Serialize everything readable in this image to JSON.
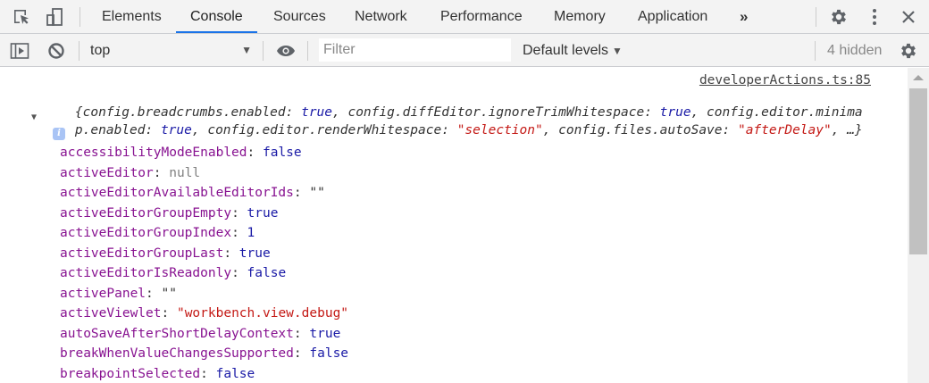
{
  "tabbar": {
    "tabs": [
      {
        "label": "Elements",
        "active": false
      },
      {
        "label": "Console",
        "active": true
      },
      {
        "label": "Sources",
        "active": false
      },
      {
        "label": "Network",
        "active": false
      },
      {
        "label": "Performance",
        "active": false
      },
      {
        "label": "Memory",
        "active": false
      },
      {
        "label": "Application",
        "active": false
      }
    ],
    "more_tabs_glyph": "»",
    "icons": [
      "inspect-element-icon",
      "device-toolbar-icon",
      "settings-icon",
      "more-options-icon",
      "close-icon"
    ]
  },
  "toolbar": {
    "context": "top",
    "filter_placeholder": "Filter",
    "filter_value": "",
    "levels_label": "Default levels",
    "hidden_count": "4 hidden"
  },
  "console": {
    "source_link": "developerActions.ts:85",
    "summary": {
      "line1": [
        {
          "t": "{config.breadcrumbs.enabled: ",
          "c": "plain"
        },
        {
          "t": "true",
          "c": "kw"
        },
        {
          "t": ", config.diffEditor.ignoreTrimWhitespace: ",
          "c": "plain"
        },
        {
          "t": "true",
          "c": "kw"
        },
        {
          "t": ", config.editor.minima",
          "c": "plain"
        }
      ],
      "line2": [
        {
          "t": "p.enabled: ",
          "c": "plain"
        },
        {
          "t": "true",
          "c": "kw"
        },
        {
          "t": ", config.editor.renderWhitespace: ",
          "c": "plain"
        },
        {
          "t": "\"selection\"",
          "c": "str"
        },
        {
          "t": ", config.files.autoSave: ",
          "c": "plain"
        },
        {
          "t": "\"afterDelay\"",
          "c": "str"
        },
        {
          "t": ", …}",
          "c": "plain"
        }
      ]
    },
    "info_badge": "i",
    "properties": [
      {
        "key": "accessibilityModeEnabled",
        "value": "false",
        "type": "bool"
      },
      {
        "key": "activeEditor",
        "value": "null",
        "type": "null"
      },
      {
        "key": "activeEditorAvailableEditorIds",
        "value": "\"\"",
        "type": "empty"
      },
      {
        "key": "activeEditorGroupEmpty",
        "value": "true",
        "type": "bool"
      },
      {
        "key": "activeEditorGroupIndex",
        "value": "1",
        "type": "num"
      },
      {
        "key": "activeEditorGroupLast",
        "value": "true",
        "type": "bool"
      },
      {
        "key": "activeEditorIsReadonly",
        "value": "false",
        "type": "bool"
      },
      {
        "key": "activePanel",
        "value": "\"\"",
        "type": "empty"
      },
      {
        "key": "activeViewlet",
        "value": "\"workbench.view.debug\"",
        "type": "str"
      },
      {
        "key": "autoSaveAfterShortDelayContext",
        "value": "true",
        "type": "bool"
      },
      {
        "key": "breakWhenValueChangesSupported",
        "value": "false",
        "type": "bool"
      },
      {
        "key": "breakpointSelected",
        "value": "false",
        "type": "bool"
      }
    ]
  },
  "colors": {
    "active_tab_underline": "#1a73e8",
    "property_key": "#881391",
    "keyword": "#1a1aa6",
    "string": "#c41a16",
    "null": "#808080"
  }
}
